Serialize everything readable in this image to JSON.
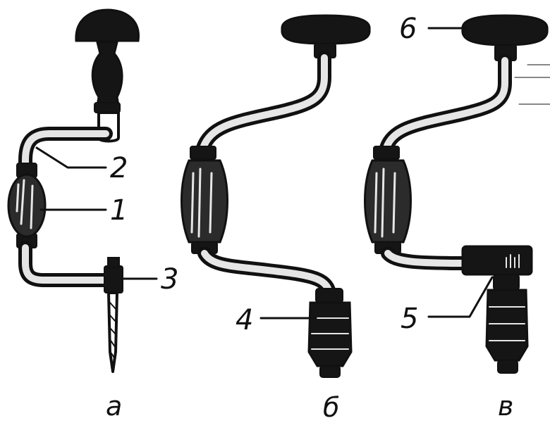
{
  "labels": {
    "part_1": "1",
    "part_2": "2",
    "part_3": "3",
    "part_4": "4",
    "part_5": "5",
    "part_6": "6"
  },
  "captions": {
    "a": "а",
    "b": "б",
    "c": "в"
  }
}
